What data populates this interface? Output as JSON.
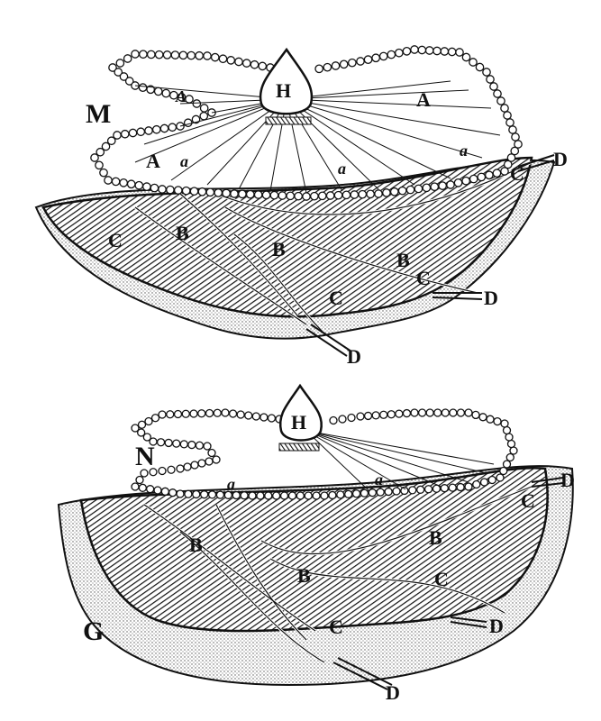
{
  "figure": {
    "top": {
      "labels": {
        "M": "M",
        "H": "H",
        "A1": "A",
        "A2": "A",
        "A3": "A",
        "a1": "a",
        "a2": "a",
        "a3": "a",
        "B1": "B",
        "B2": "B",
        "B3": "B",
        "C1": "C",
        "C2": "C",
        "C3": "C",
        "C4": "C",
        "D1": "D",
        "D2": "D",
        "D3": "D"
      }
    },
    "bottom": {
      "labels": {
        "N": "N",
        "H": "H",
        "G": "G",
        "a1": "a",
        "a2": "a",
        "B1": "B",
        "B2": "B",
        "B3": "B",
        "C1": "C",
        "C2": "C",
        "C3": "C",
        "D1": "D",
        "D2": "D",
        "D3": "D"
      }
    }
  },
  "colors": {
    "ink": "#111111",
    "paper": "#ffffff",
    "stipple": "#bdbdbd"
  }
}
